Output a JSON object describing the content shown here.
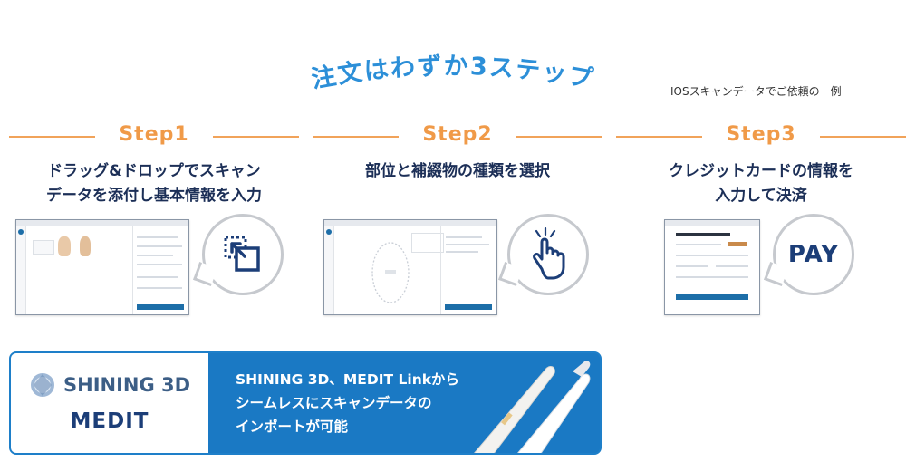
{
  "headline": "注文はわずか3ステップ",
  "note": "IOSスキャンデータでご依頼の一例",
  "steps": [
    {
      "label": "Step1",
      "desc_lines": [
        "ドラッグ&ドロップでスキャン",
        "データを添付し基本情報を入力"
      ]
    },
    {
      "label": "Step2",
      "desc_lines": [
        "部位と補綴物の種類を選択"
      ]
    },
    {
      "label": "Step3",
      "desc_lines": [
        "クレジットカードの情報を",
        "入力して決済"
      ]
    }
  ],
  "step3_bubble": "PAY",
  "icons": {
    "step1": "drag-drop-icon",
    "step2": "tap-hand-icon",
    "brand": "shining3d-logo"
  },
  "colors": {
    "step_orange": "#f09a48",
    "navy": "#1c2f57",
    "banner_blue": "#1a79c4",
    "headline_blue": "#2c8fd8"
  },
  "banner": {
    "brand1": "SHINING 3D",
    "brand2": "MEDIT",
    "text_lines": [
      "SHINING 3D、MEDIT Linkから",
      "シームレスにスキャンデータの",
      "インポートが可能"
    ]
  }
}
